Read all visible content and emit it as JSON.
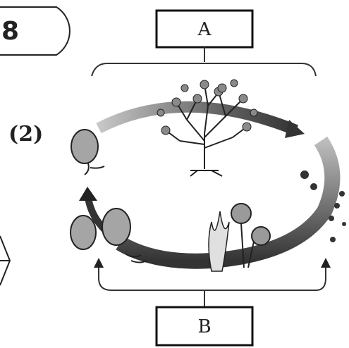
{
  "corner_number": "8",
  "label_stage": "(2)",
  "box_top_label": "A",
  "box_bottom_label": "B"
}
